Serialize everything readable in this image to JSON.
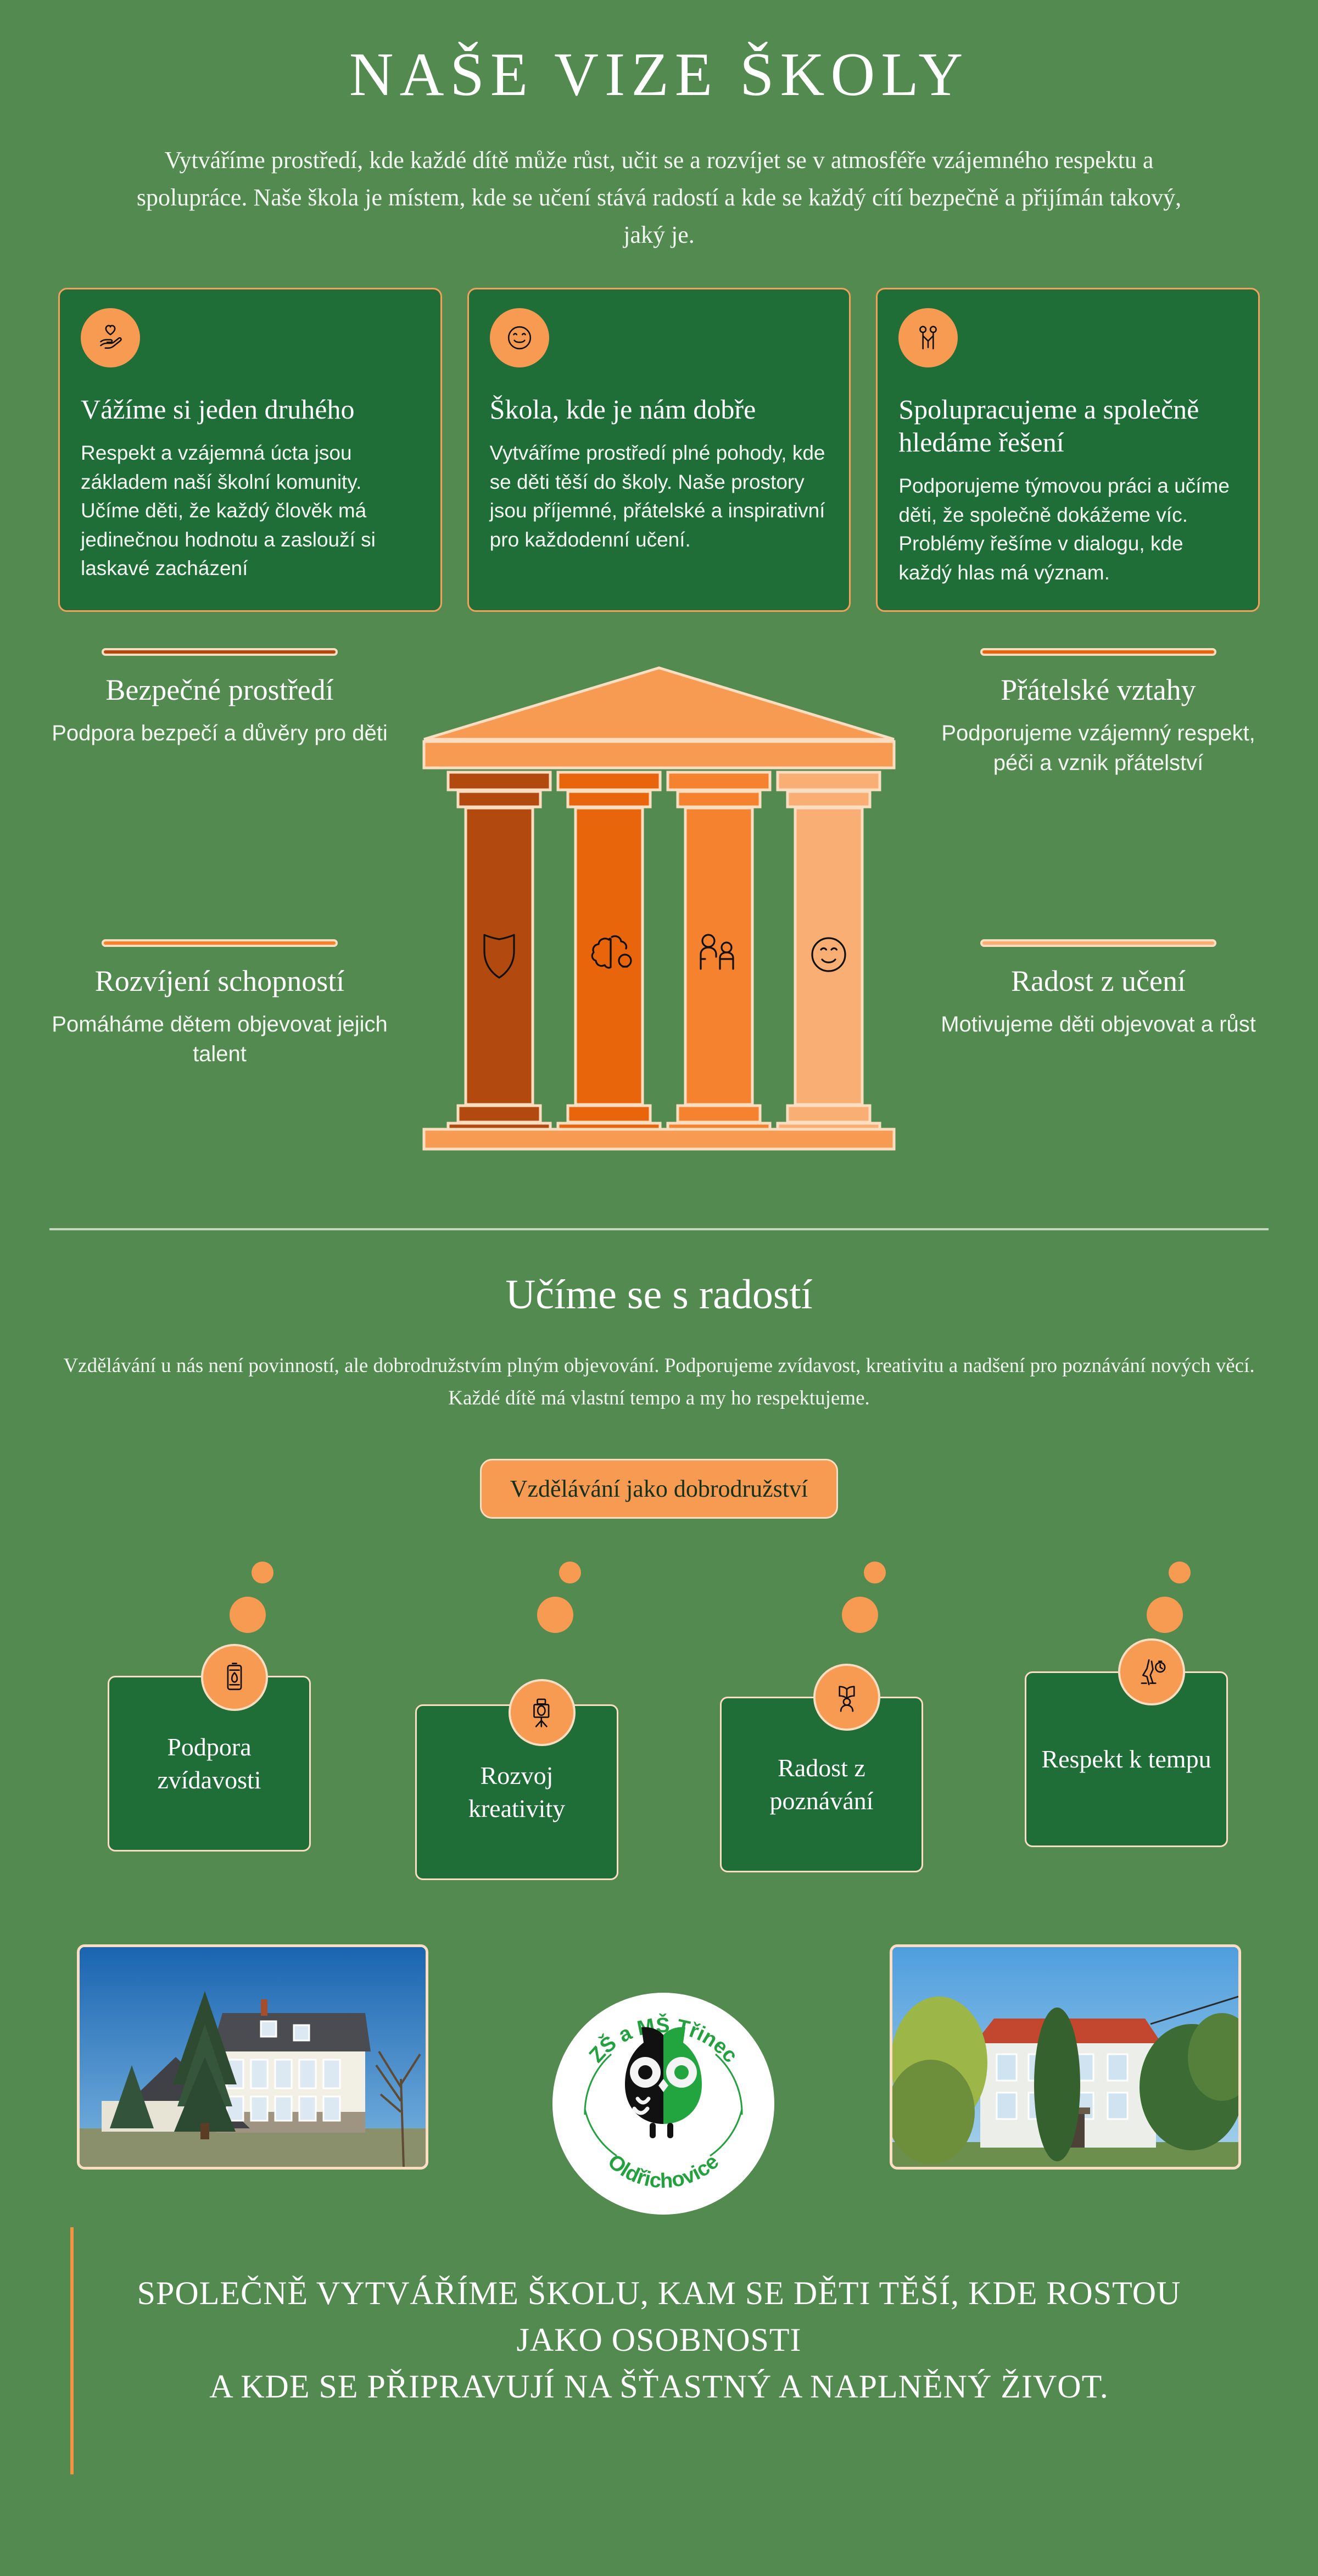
{
  "colors": {
    "background": "#528a4f",
    "card_green": "#1f6e38",
    "accent_orange": "#f79a52",
    "accent_light": "#fbddc2",
    "pillar_1": "#b24a10",
    "pillar_2": "#e8650b",
    "pillar_3": "#f4822f",
    "pillar_4": "#f9ae74",
    "footer_bar": "#f1933f",
    "divider": "#c6d7c1"
  },
  "hero": {
    "title": "NAŠE VIZE ŠKOLY",
    "subtitle": "Vytváříme prostředí, kde každé dítě může růst, učit se a rozvíjet se v atmosféře vzájemného respektu a spolupráce. Naše škola je místem, kde se učení stává radostí a kde se každý cítí bezpečně a přijímán takový, jaký je."
  },
  "value_cards": [
    {
      "icon": "hand-heart-icon",
      "title": "Vážíme si jeden druhého",
      "body": "Respekt a vzájemná úcta jsou základem naší školní komunity. Učíme děti, že každý člověk má jedinečnou hodnotu a zaslouží si laskavé zacházení"
    },
    {
      "icon": "smiley-face-icon",
      "title": "Škola, kde je nám dobře",
      "body": "Vytváříme prostředí plné pohody, kde se děti těší do školy. Naše prostory jsou příjemné, přátelské a inspirativní pro každodenní učení."
    },
    {
      "icon": "two-people-icon",
      "title": "Spolupracujeme a společně hledáme řešení",
      "body": "Podporujeme týmovou práci a učíme děti, že společně dokážeme víc. Problémy řešíme v dialogu, kde každý hlas má význam."
    }
  ],
  "pillars": {
    "labels": [
      {
        "position": "top-left",
        "title": "Bezpečné prostředí",
        "desc": "Podpora bezpečí a důvěry pro děti",
        "accent_color": "#b24a10"
      },
      {
        "position": "top-right",
        "title": "Přátelské vztahy",
        "desc": "Podporujeme vzájemný respekt, péči a vznik přátelství",
        "accent_color": "#e8650b"
      },
      {
        "position": "bottom-left",
        "title": "Rozvíjení schopností",
        "desc": "Pomáháme dětem objevovat jejich talent",
        "accent_color": "#f4822f"
      },
      {
        "position": "bottom-right",
        "title": "Radost z učení",
        "desc": "Motivujeme děti objevovat a růst",
        "accent_color": "#f9ae74"
      }
    ],
    "columns": [
      {
        "icon": "shield-icon",
        "color": "#b24a10"
      },
      {
        "icon": "brain-lightbulb-icon",
        "color": "#e8650b"
      },
      {
        "icon": "people-care-icon",
        "color": "#f4822f"
      },
      {
        "icon": "calm-face-icon",
        "color": "#f9ae74"
      }
    ]
  },
  "joy": {
    "title": "Učíme se s radostí",
    "subtitle": "Vzdělávání u nás není povinností, ale dobrodružstvím plným objevování. Podporujeme zvídavost, kreativitu a nadšení pro poznávání nových věcí. Každé dítě má vlastní tempo a my ho respektujeme.",
    "pill_label": "Vzdělávání jako dobrodružství"
  },
  "timeline_cards": [
    {
      "icon": "lantern-icon",
      "label": "Podpora zvídavosti"
    },
    {
      "icon": "easel-icon",
      "label": "Rozvoj kreativity"
    },
    {
      "icon": "reading-person-icon",
      "label": "Radost z poznávání"
    },
    {
      "icon": "walking-stopwatch-icon",
      "label": "Respekt k tempu"
    }
  ],
  "photos": [
    {
      "name": "school-building-winter-photo",
      "alt": "Budova školy se smrkem a modrou oblohou"
    },
    {
      "name": "school-building-summer-photo",
      "alt": "Budova školy s červenou střechou a stromy"
    }
  ],
  "logo": {
    "top_text": "ZŠ a MŠ Třinec",
    "bottom_text": "Oldřichovice",
    "mark": "owl-icon"
  },
  "footer": {
    "line1": "SPOLEČNĚ VYTVÁŘÍME ŠKOLU, KAM SE DĚTI TĚŠÍ, KDE ROSTOU",
    "line2": "JAKO OSOBNOSTI",
    "line3": "A KDE SE PŘIPRAVUJÍ NA ŠŤASTNÝ A NAPLNĚNÝ ŽIVOT."
  }
}
